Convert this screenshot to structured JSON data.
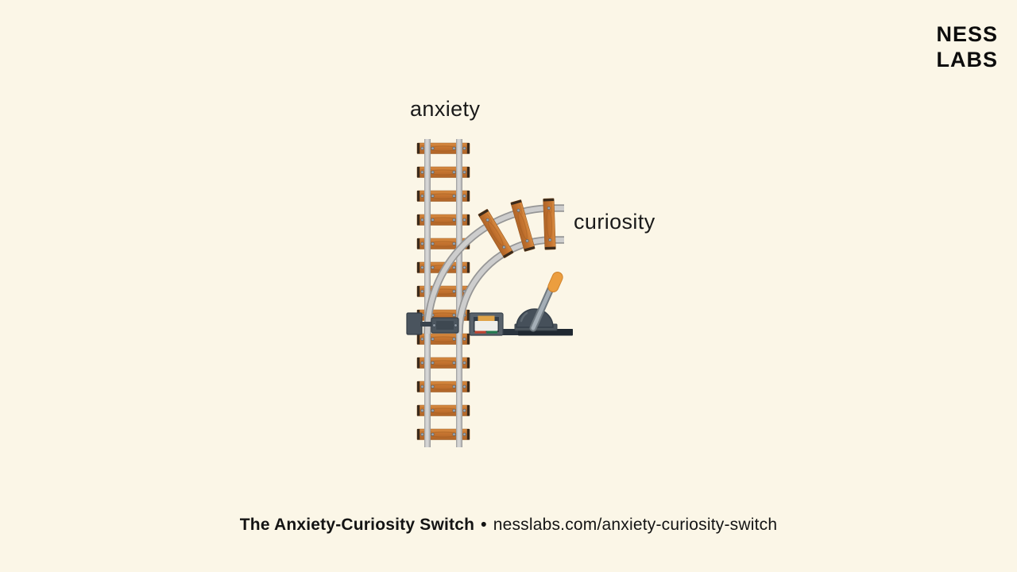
{
  "page": {
    "background_color": "#FBF6E7",
    "kind": "infographic"
  },
  "brand": {
    "line1": "NESS",
    "line2": "LABS"
  },
  "illustration": {
    "description": "Railway switch metaphor: a straight vertical track labeled 'anxiety' with a curved branch track labeled 'curiosity', controlled by a hand lever at the junction",
    "labels": {
      "straight_track": "anxiety",
      "branch_track": "curiosity"
    }
  },
  "footer": {
    "title": "The Anxiety-Curiosity Switch",
    "separator": "•",
    "url": "nesslabs.com/anxiety-curiosity-switch"
  },
  "colors": {
    "background": "#FBF6E7",
    "text": "#1A1A1A",
    "wood_light": "#D88C42",
    "wood": "#C4732F",
    "wood_shadow": "#AE6428",
    "wood_end_cap": "#3A2A1B",
    "wood_grain": "#A05A1E",
    "rail_light": "#D8D8D8",
    "rail": "#CDCDCD",
    "rail_edge": "#969696",
    "bolt": "#9FA9B2",
    "bolt_edge": "#59636B",
    "metal_darkest": "#1F2831",
    "metal_dark": "#2A343E",
    "metal_mid": "#4C565F",
    "metal_frame": "#59626B",
    "lever_gray": "#A4AEB6",
    "lever_gray_dark": "#6F7980",
    "handle_orange": "#EC9E3F",
    "handle_orange_dark": "#D0832C",
    "panel_white": "#EFEFEA",
    "indicator_orange": "#DFA347",
    "indicator_red": "#BF4430",
    "indicator_green": "#23794F"
  }
}
